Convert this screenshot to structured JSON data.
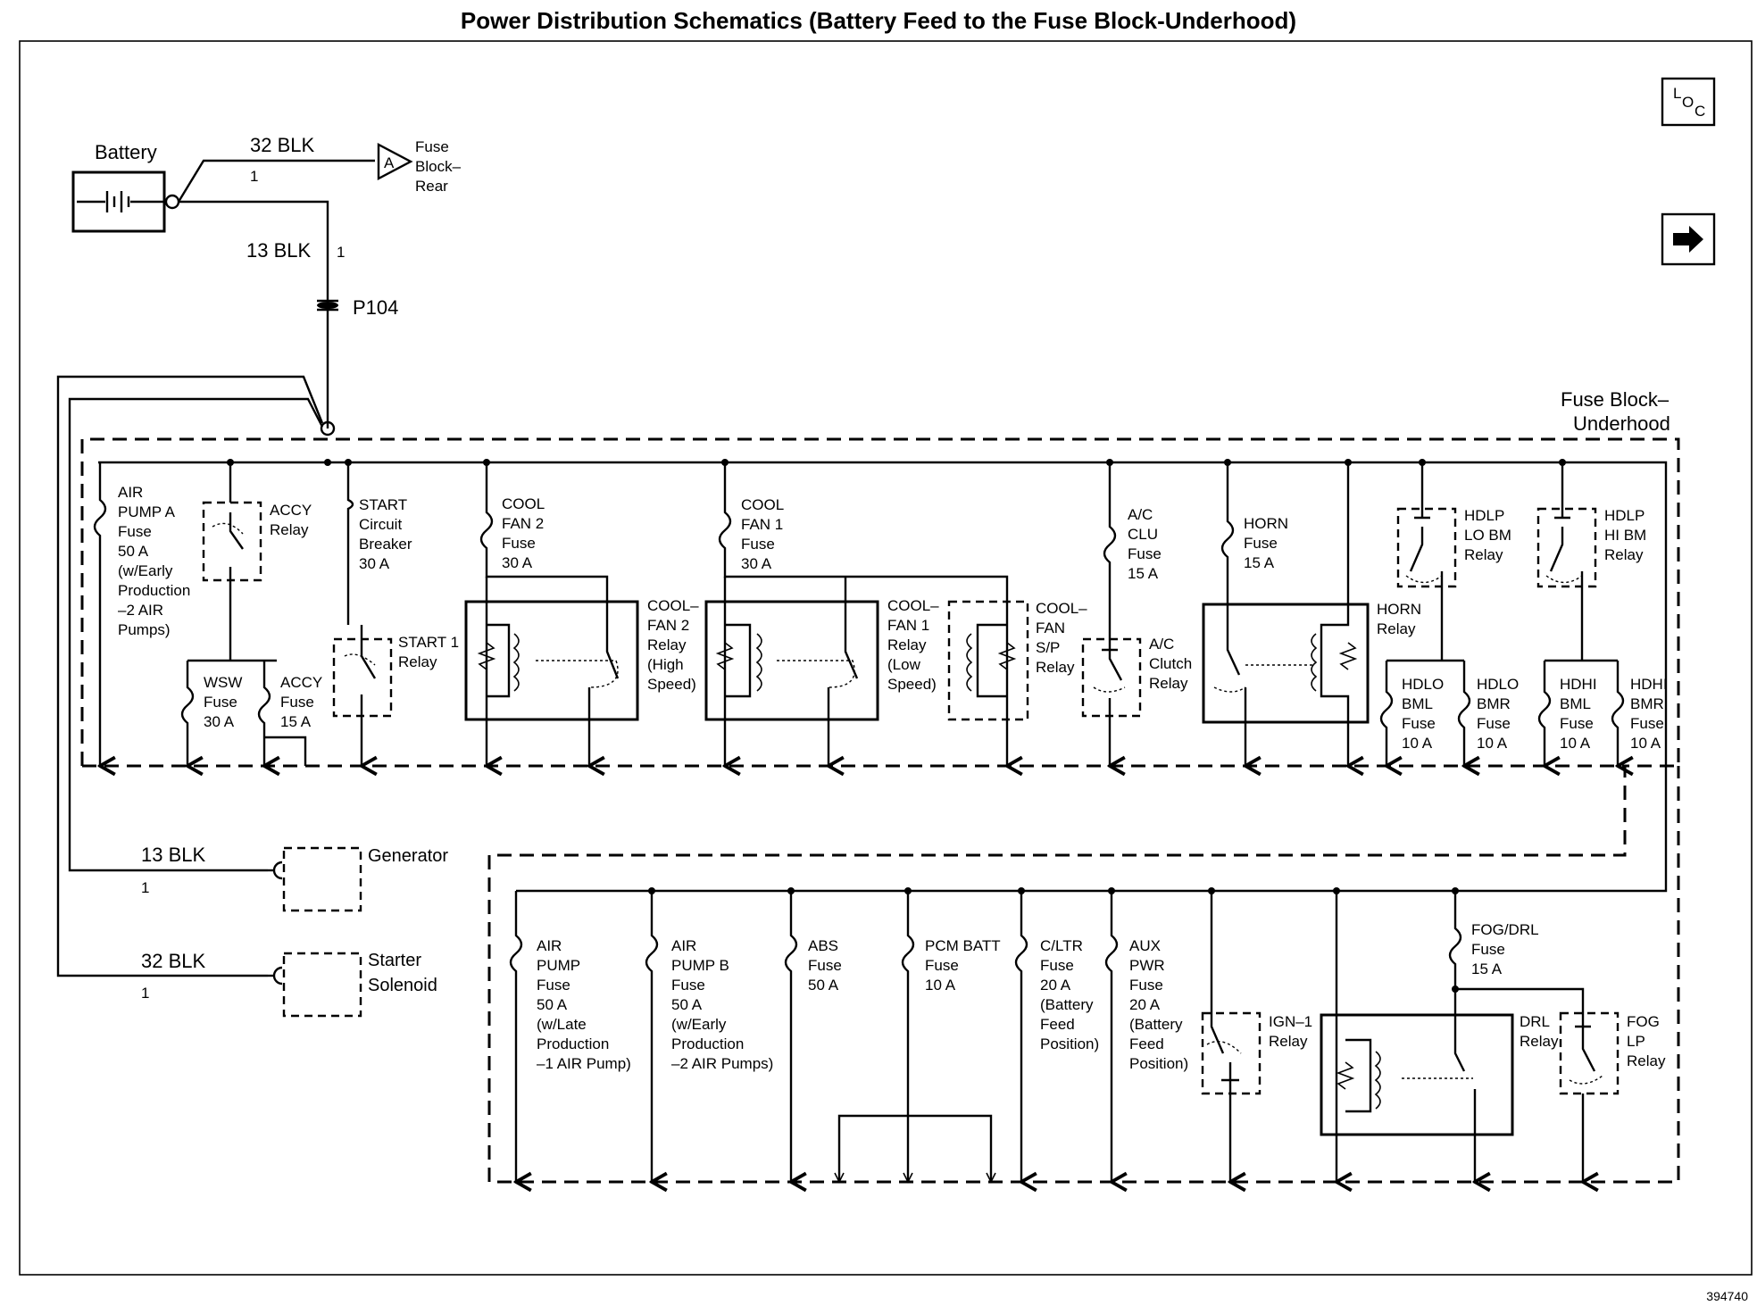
{
  "title": "Power Distribution Schematics (Battery Feed to the Fuse Block-Underhood)",
  "doc_id": "394740",
  "nav": {
    "loc_label_l": "L",
    "loc_label_o": "O",
    "loc_label_c": "C",
    "next_icon": "arrow-right-icon"
  },
  "top": {
    "battery": "Battery",
    "wire1_color": "32 BLK",
    "wire1_num": "1",
    "connector_a": "A",
    "fuse_block_rear": [
      "Fuse",
      "Block–",
      "Rear"
    ],
    "wire2_color": "13 BLK",
    "wire2_num": "1",
    "splice": "P104"
  },
  "fuse_block_label": [
    "Fuse Block–",
    "Underhood"
  ],
  "row1": {
    "air_pump_a": [
      "AIR",
      "PUMP A",
      "Fuse",
      "50 A",
      "(w/Early",
      "Production",
      "–2 AIR",
      "Pumps)"
    ],
    "accy_relay": [
      "ACCY",
      "Relay"
    ],
    "wsw_fuse": [
      "WSW",
      "Fuse",
      "30 A"
    ],
    "accy_fuse": [
      "ACCY",
      "Fuse",
      "15 A"
    ],
    "start_cb": [
      "START",
      "Circuit",
      "Breaker",
      "30 A"
    ],
    "start_relay": [
      "START 1",
      "Relay"
    ],
    "cool_fan2_fuse": [
      "COOL",
      "FAN 2",
      "Fuse",
      "30 A"
    ],
    "cool_fan2_relay": [
      "COOL–",
      "FAN 2",
      "Relay",
      "(High",
      "Speed)"
    ],
    "cool_fan1_fuse": [
      "COOL",
      "FAN 1",
      "Fuse",
      "30 A"
    ],
    "cool_fan1_relay": [
      "COOL–",
      "FAN 1",
      "Relay",
      "(Low",
      "Speed)"
    ],
    "cool_fan_sp": [
      "COOL–",
      "FAN",
      "S/P",
      "Relay"
    ],
    "ac_clu_fuse": [
      "A/C",
      "CLU",
      "Fuse",
      "15 A"
    ],
    "ac_clutch_relay": [
      "A/C",
      "Clutch",
      "Relay"
    ],
    "horn_fuse": [
      "HORN",
      "Fuse",
      "15 A"
    ],
    "horn_relay": [
      "HORN",
      "Relay"
    ],
    "hdlp_lo": [
      "HDLP",
      "LO BM",
      "Relay"
    ],
    "hdlp_hi": [
      "HDLP",
      "HI BM",
      "Relay"
    ],
    "hdlo_bml": [
      "HDLO",
      "BML",
      "Fuse",
      "10 A"
    ],
    "hdlo_bmr": [
      "HDLO",
      "BMR",
      "Fuse",
      "10 A"
    ],
    "hdhi_bml": [
      "HDHI",
      "BML",
      "Fuse",
      "10 A"
    ],
    "hdhi_bmr": [
      "HDHI",
      "BMR",
      "Fuse",
      "10 A"
    ]
  },
  "left": {
    "gen_wire": "13 BLK",
    "gen_num": "1",
    "generator": "Generator",
    "st_wire": "32 BLK",
    "st_num": "1",
    "starter": [
      "Starter",
      "Solenoid"
    ]
  },
  "row2": {
    "air_pump": [
      "AIR",
      "PUMP",
      "Fuse",
      "50 A",
      "(w/Late",
      "Production",
      "–1 AIR Pump)"
    ],
    "air_pump_b": [
      "AIR",
      "PUMP B",
      "Fuse",
      "50 A",
      "(w/Early",
      "Production",
      "–2 AIR Pumps)"
    ],
    "abs": [
      "ABS",
      "Fuse",
      "50 A"
    ],
    "pcm_batt": [
      "PCM BATT",
      "Fuse",
      "10 A"
    ],
    "cltr": [
      "C/LTR",
      "Fuse",
      "20 A",
      "(Battery",
      "Feed",
      "Position)"
    ],
    "aux_pwr": [
      "AUX",
      "PWR",
      "Fuse",
      "20 A",
      "(Battery",
      "Feed",
      "Position)"
    ],
    "ign1": [
      "IGN–1",
      "Relay"
    ],
    "fog_drl": [
      "FOG/DRL",
      "Fuse",
      "15 A"
    ],
    "drl": [
      "DRL",
      "Relay"
    ],
    "fog_lp": [
      "FOG",
      "LP",
      "Relay"
    ]
  }
}
